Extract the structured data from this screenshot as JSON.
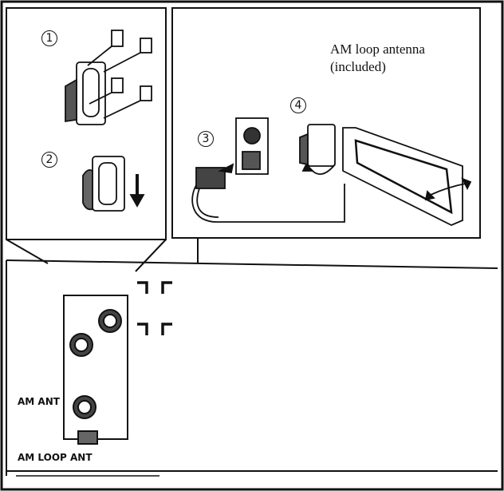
{
  "callout": {
    "antenna_label": "AM loop antenna",
    "antenna_note": "(included)"
  },
  "steps": [
    "1",
    "2",
    "3",
    "4"
  ],
  "terminals": {
    "am_ant": "AM ANT",
    "am_loop_ant": "AM LOOP ANT"
  }
}
